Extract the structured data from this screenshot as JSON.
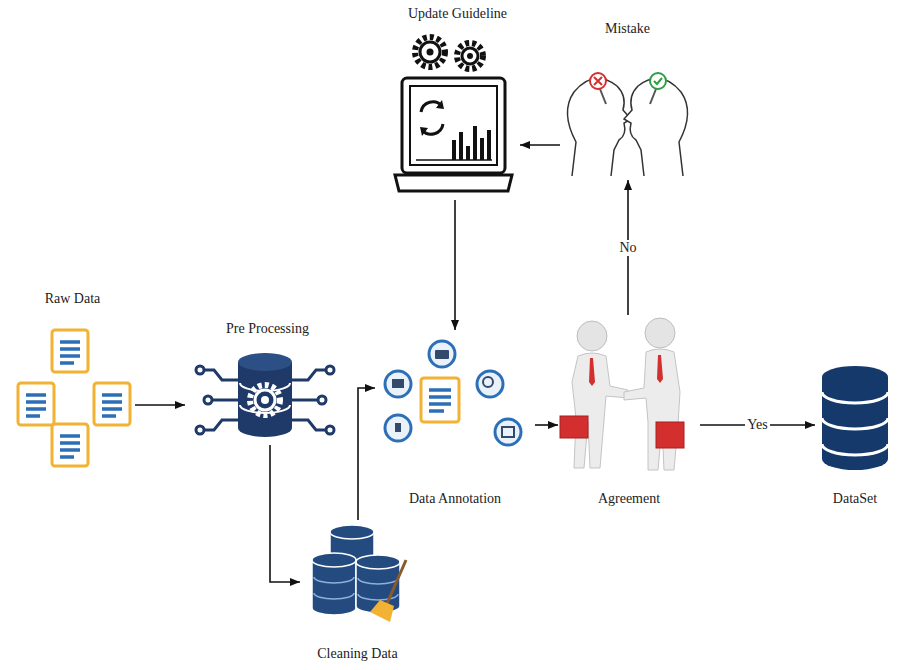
{
  "diagram": {
    "nodes": [
      {
        "text": [
          "Update Guideline"
        ]
      },
      {
        "text": [
          "Mistake"
        ]
      },
      {
        "text": [
          "Raw Data"
        ]
      },
      {
        "text": [
          "Pre Processing"
        ]
      },
      {
        "text": [
          "Data Annotation"
        ]
      },
      {
        "text": [
          "Agreement"
        ]
      },
      {
        "text": [
          "DataSet"
        ]
      },
      {
        "text": [
          "Cleaning Data"
        ]
      }
    ],
    "edges": [
      {
        "from": 2,
        "to": 3,
        "arrow": "to"
      },
      {
        "from": 3,
        "to": 7,
        "arrow": "to"
      },
      {
        "from": 7,
        "to": 4,
        "arrow": "to"
      },
      {
        "from": 4,
        "to": 5,
        "arrow": "to"
      },
      {
        "from": 5,
        "to": 6,
        "label": "Yes",
        "arrow": "to"
      },
      {
        "from": 5,
        "to": 1,
        "label": "No",
        "arrow": "to"
      },
      {
        "from": 1,
        "to": 0,
        "arrow": "to"
      },
      {
        "from": 0,
        "to": 4,
        "arrow": "to"
      }
    ]
  }
}
